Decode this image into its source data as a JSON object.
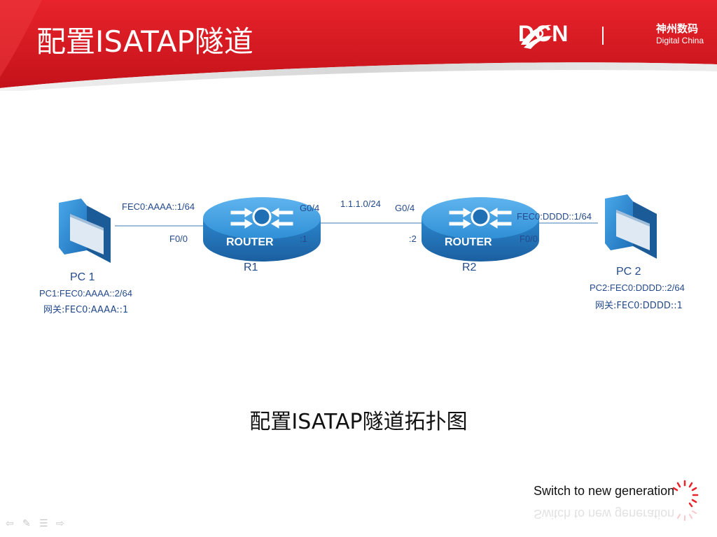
{
  "slide": {
    "title": "配置ISATAP隧道"
  },
  "logo": {
    "brand": "DCN",
    "cn_name": "神州数码",
    "en_name": "Digital China"
  },
  "colors": {
    "header_red": "#d21e26",
    "label_blue": "#244a8c",
    "router_blue": "#2f8fd6"
  },
  "diagram": {
    "pc1": {
      "name": "PC 1",
      "ip": "PC1:FEC0:AAAA::2/64",
      "gateway": "网关:FEC0:AAAA::1"
    },
    "pc2": {
      "name": "PC 2",
      "ip": "PC2:FEC0:DDDD::2/64",
      "gateway": "网关:FEC0:DDDD::1"
    },
    "r1": {
      "name": "R1",
      "badge": "ROUTER",
      "lan_ip": "FEC0:AAAA::1/64",
      "lan_port": "F0/0",
      "wan_port": "G0/4",
      "wan_host": ":1"
    },
    "r2": {
      "name": "R2",
      "badge": "ROUTER",
      "lan_ip": "FEC0:DDDD::1/64",
      "lan_port": "F0/0",
      "wan_port": "G0/4",
      "wan_host": ":2"
    },
    "wan_network": "1.1.1.0/24"
  },
  "caption": "配置ISATAP隧道拓扑图",
  "footer": {
    "tagline": "Switch to new generation"
  },
  "icons": [
    "router-icon",
    "pc-icon",
    "sunburst-icon",
    "nav-prev-icon",
    "nav-pen-icon",
    "nav-menu-icon",
    "nav-next-icon"
  ]
}
